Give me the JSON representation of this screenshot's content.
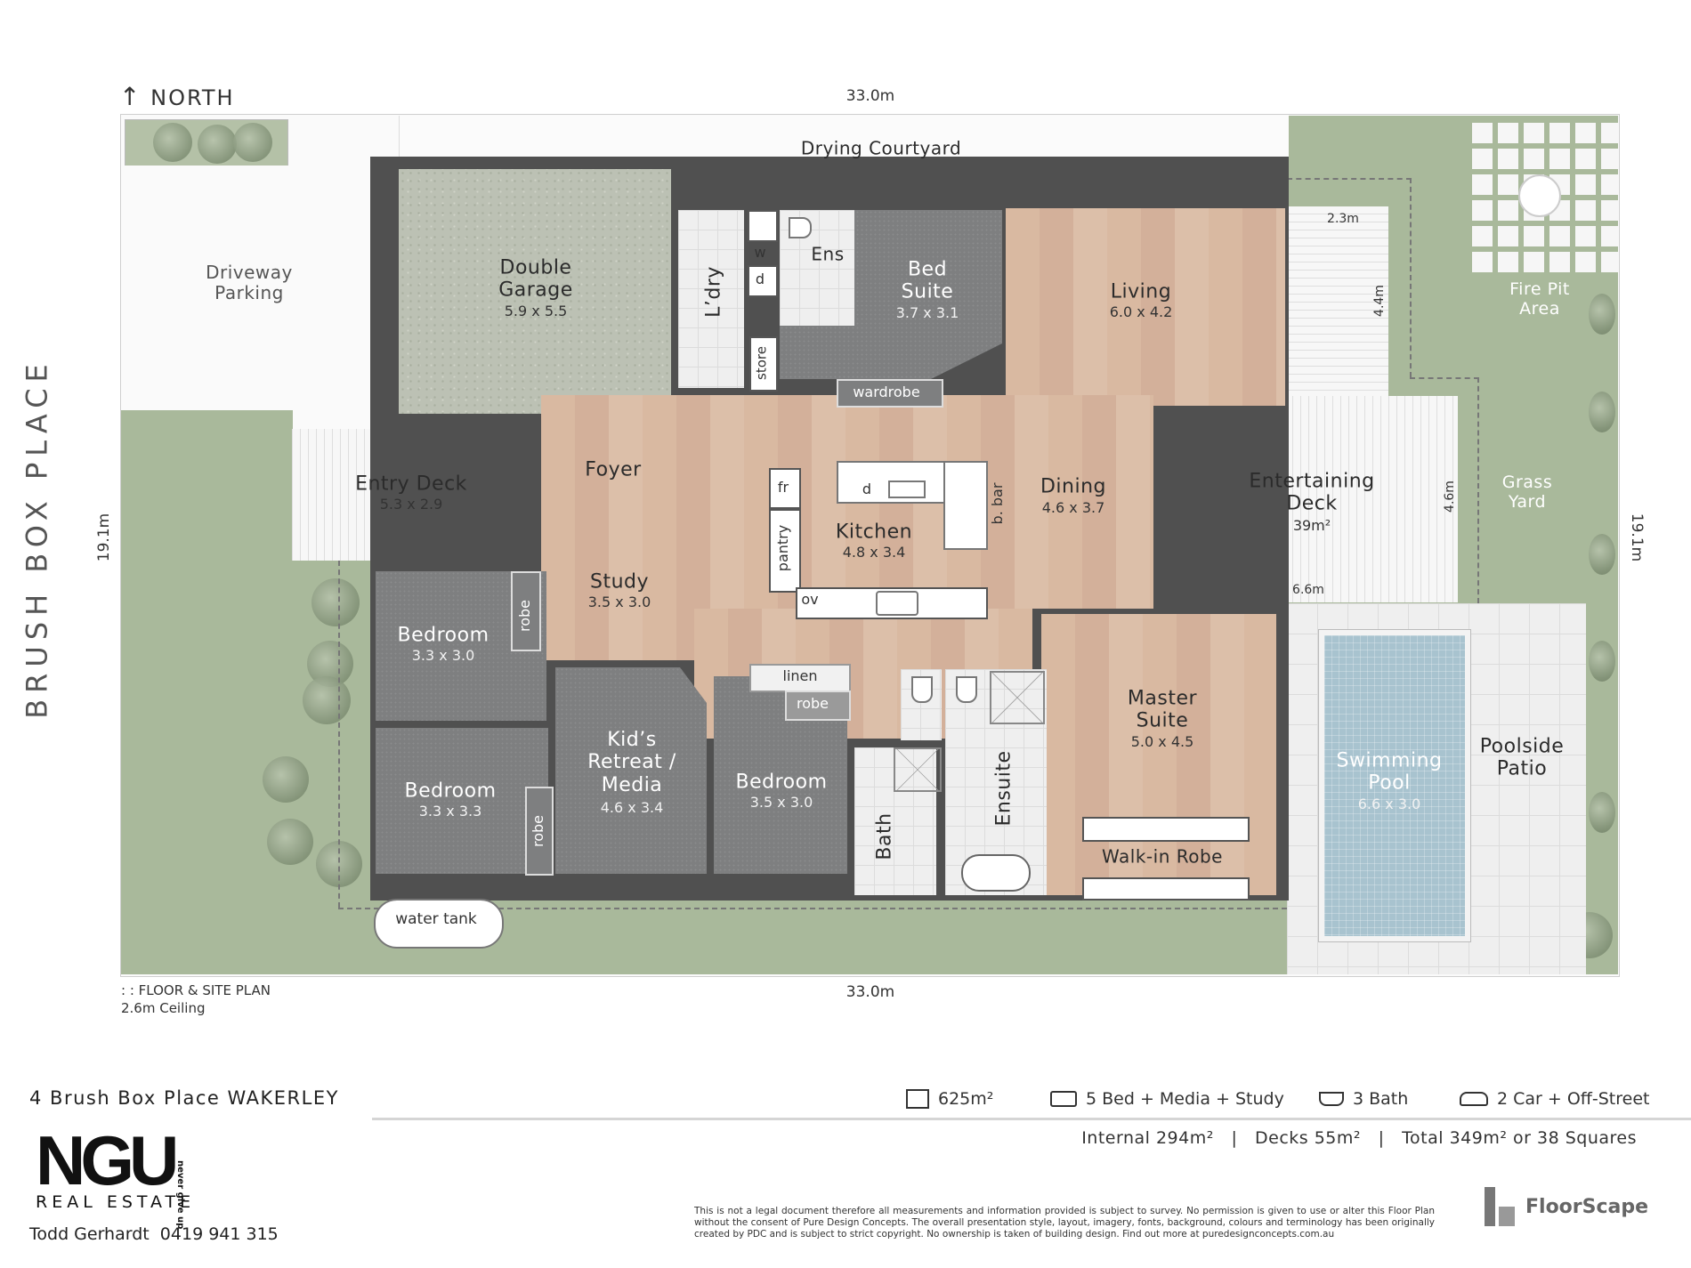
{
  "north_label": "NORTH",
  "street": "BRUSH BOX PLACE",
  "dimensions": {
    "top": "33.0m",
    "bottom": "33.0m",
    "left": "19.1m",
    "right": "19.1m"
  },
  "rooms": {
    "drying": {
      "name": "Drying Courtyard"
    },
    "driveway": {
      "name": "Driveway\nParking"
    },
    "garage": {
      "name": "Double\nGarage",
      "size": "5.9 x 5.5"
    },
    "laundry": {
      "name": "L’dry"
    },
    "w": "w",
    "d": "d",
    "store": "store",
    "ens": {
      "name": "Ens"
    },
    "bed_suite": {
      "name": "Bed\nSuite",
      "size": "3.7 x 3.1"
    },
    "wardrobe": "wardrobe",
    "living": {
      "name": "Living",
      "size": "6.0 x 4.2"
    },
    "ent_deck": {
      "name": "Entertaining\nDeck",
      "size": "39m²"
    },
    "fire_pit": {
      "name": "Fire Pit\nArea"
    },
    "grass_yard": {
      "name": "Grass\nYard"
    },
    "entry_deck": {
      "name": "Entry Deck",
      "size": "5.3 x 2.9"
    },
    "foyer": {
      "name": "Foyer"
    },
    "dining": {
      "name": "Dining",
      "size": "4.6 x 3.7"
    },
    "kitchen": {
      "name": "Kitchen",
      "size": "4.8 x 3.4"
    },
    "fr": "fr",
    "kd": "d",
    "pantry": "pantry",
    "bbar": "b. bar",
    "ov": "ov",
    "study": {
      "name": "Study",
      "size": "3.5 x 3.0"
    },
    "bed1": {
      "name": "Bedroom",
      "size": "3.3 x 3.0"
    },
    "bed2": {
      "name": "Bedroom",
      "size": "3.3 x 3.3"
    },
    "robe1": "robe",
    "robe2": "robe",
    "robe3": "robe",
    "kids": {
      "name": "Kid’s\nRetreat /\nMedia",
      "size": "4.6 x 3.4"
    },
    "bed3": {
      "name": "Bedroom",
      "size": "3.5 x 3.0"
    },
    "linen": "linen",
    "bath": {
      "name": "Bath"
    },
    "ensuite": {
      "name": "Ensuite"
    },
    "master": {
      "name": "Master\nSuite",
      "size": "5.0 x 4.5"
    },
    "walkin": {
      "name": "Walk-in Robe"
    },
    "pool": {
      "name": "Swimming\nPool",
      "size": "6.6 x 3.0"
    },
    "patio": {
      "name": "Poolside\nPatio"
    },
    "water_tank": "water tank"
  },
  "deck_dims": {
    "w1": "2.3m",
    "h1": "4.4m",
    "h2": "4.6m",
    "w2": "6.6m"
  },
  "plan_caption": {
    "line1": ": : FLOOR & SITE PLAN",
    "line2": "2.6m Ceiling"
  },
  "footer": {
    "address": "4 Brush Box Place WAKERLEY",
    "stats": [
      {
        "icon": "land-area-icon",
        "text": "625m²"
      },
      {
        "icon": "bed-icon",
        "text": "5 Bed + Media + Study"
      },
      {
        "icon": "bath-icon",
        "text": "3 Bath"
      },
      {
        "icon": "car-icon",
        "text": "2 Car + Off-Street"
      }
    ],
    "areas": {
      "internal": "Internal 294m²",
      "decks": "Decks 55m²",
      "total": "Total 349m² or 38 Squares",
      "sep": "|"
    },
    "logo": {
      "main": "NGU",
      "side": "never give up",
      "sub": "REAL ESTATE"
    },
    "agent": "Todd Gerhardt  0419 941 315",
    "disclaimer": "This is not a legal document therefore all measurements and information provided is subject to survey. No permission is given to use or alter this Floor Plan without the consent of Pure Design Concepts. The overall presentation style, layout, imagery, fonts, background, colours and terminology has been originally created by PDC and is subject to strict copyright. No ownership is taken of building design. Find out more at puredesignconcepts.com.au",
    "brand": "FloorScape"
  },
  "colors": {
    "wall": "#505050",
    "wood": "#d9b9a1",
    "carpet": "#7e7f80",
    "grass": "#a9b99b",
    "pool": "#a8c3cf",
    "garage": "#bcc1b4"
  }
}
